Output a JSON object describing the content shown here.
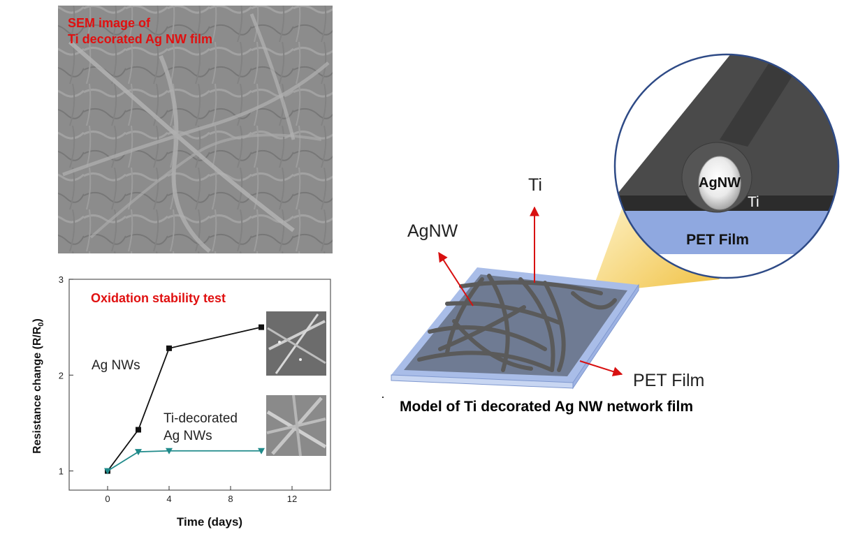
{
  "sem_panel": {
    "caption_line1": "SEM image of",
    "caption_line2": "Ti decorated Ag NW film"
  },
  "chart_data": {
    "type": "line",
    "title": "Oxidation stability test",
    "xlabel": "Time (days)",
    "ylabel_main": "Resistance change (R/R",
    "ylabel_sub": "0",
    "ylabel_end": ")",
    "xlim": [
      -2.5,
      14.5
    ],
    "ylim": [
      0.8,
      3.0
    ],
    "x_ticks": [
      0,
      4,
      8,
      12
    ],
    "y_ticks": [
      1,
      2,
      3
    ],
    "grid": false,
    "series": [
      {
        "name": "Ag NWs",
        "x": [
          0,
          2,
          4,
          10
        ],
        "y": [
          1.0,
          1.43,
          2.28,
          2.5
        ],
        "color": "#111111",
        "marker": "square"
      },
      {
        "name": "Ti-decorated Ag NWs",
        "x": [
          0,
          2,
          4,
          10
        ],
        "y": [
          1.0,
          1.2,
          1.21,
          1.21
        ],
        "color": "#1f8a8a",
        "marker": "triangle-down"
      }
    ],
    "annotations": {
      "ag_label": "Ag NWs",
      "ti_label_line1": "Ti-decorated",
      "ti_label_line2": "Ag NWs"
    }
  },
  "model": {
    "label_ti": "Ti",
    "label_agnw": "AgNW",
    "label_pet": "PET Film",
    "caption": "Model of Ti decorated Ag NW network film"
  },
  "zoom": {
    "label_agnw": "AgNW",
    "label_ti": "Ti",
    "label_pet": "PET Film"
  },
  "colors": {
    "arrow": "#d81010",
    "wire": "#5a5a5a",
    "substrate_face": "#8aa4dc",
    "substrate_edge": "#6d8ccc",
    "pet_zoom": "#8fa8e0",
    "circle_border": "#2e4a86",
    "callout": "#f5cf5c"
  }
}
